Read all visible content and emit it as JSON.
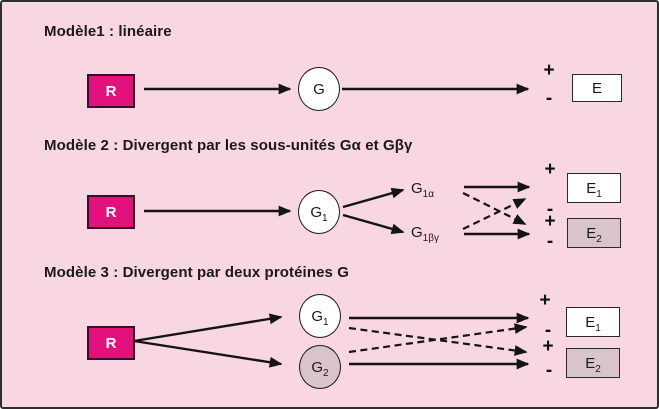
{
  "figure": {
    "background": "#F8D6E2",
    "frame_color": "#2e2e2e"
  },
  "colors": {
    "figure_bg": "#F8D6E2",
    "frame_color": "#2e2e2e",
    "receptor_fill": "#E3117C",
    "receptor_border": "#3A0E22",
    "receptor_text": "#FFFFFF",
    "shaded_fill": "#D9C3CD",
    "node_fill": "#FFFFFF",
    "line_color": "#141414",
    "text_color": "#1A1A1A"
  },
  "signs": {
    "plus": "+",
    "minus": "-"
  },
  "models": [
    {
      "title": "Modèle1 : linéaire",
      "receptor": "R",
      "g_protein": {
        "base": "G",
        "sub": ""
      },
      "effectors": [
        {
          "base": "E",
          "sub": "",
          "shaded": false
        }
      ]
    },
    {
      "title": "Modèle 2 : Divergent par les sous-unités Gα et Gβγ",
      "receptor": "R",
      "g_protein": {
        "base": "G",
        "sub": "1"
      },
      "subunits": [
        {
          "base": "G",
          "sub": "1α"
        },
        {
          "base": "G",
          "sub": "1βγ"
        }
      ],
      "effectors": [
        {
          "base": "E",
          "sub": "1",
          "shaded": false
        },
        {
          "base": "E",
          "sub": "2",
          "shaded": true
        }
      ]
    },
    {
      "title": "Modèle 3 : Divergent par deux protéines G",
      "receptor": "R",
      "g_proteins": [
        {
          "base": "G",
          "sub": "1",
          "shaded": false
        },
        {
          "base": "G",
          "sub": "2",
          "shaded": true
        }
      ],
      "effectors": [
        {
          "base": "E",
          "sub": "1",
          "shaded": false
        },
        {
          "base": "E",
          "sub": "2",
          "shaded": true
        }
      ]
    }
  ]
}
